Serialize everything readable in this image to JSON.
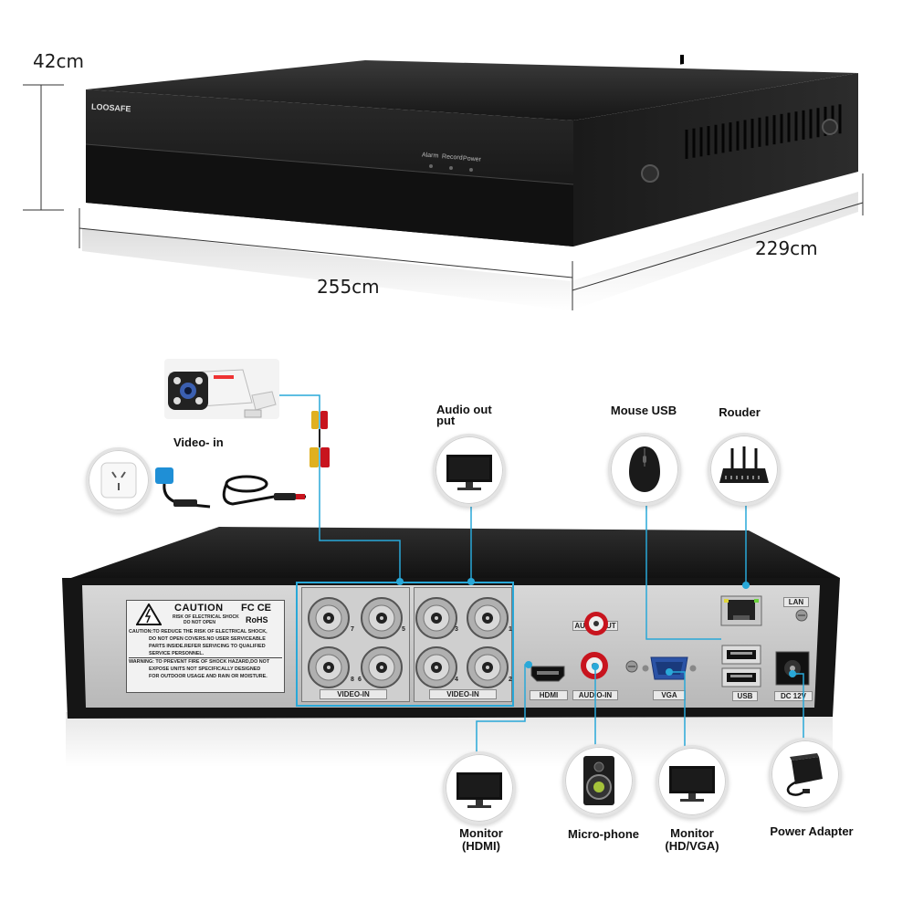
{
  "dimensions": {
    "height": "42cm",
    "width": "255cm",
    "depth": "229cm"
  },
  "dvr_front": {
    "brand": "LOOSAFE",
    "leds": [
      "Alarm",
      "Record",
      "Power"
    ]
  },
  "caution_plate": {
    "title": "CAUTION",
    "subtitle1": "RISK OF ELECTRICAL SHOCK",
    "subtitle2": "DO NOT OPEN",
    "marks": "FC CE",
    "rohs": "RoHS",
    "lines": [
      "CAUTION:TO REDUCE THE RISK OF ELECTRICAL SHOCK,",
      "DO NOT OPEN COVERS.NO USER SERVICEABLE",
      "PARTS INSIDE.REFER SERVICING TO QUALIFIED",
      "SERVICE PERSONNEL.",
      "WARNING: TO PREVENT FIRE OF SHOCK HAZARD,DO NOT",
      "EXPOSE UNITS NOT SPECIFICALLY DESIGNED",
      "FOR OUTDOOR USAGE AND RAIN OR MOISTURE."
    ]
  },
  "ports": {
    "video_in_left": "VIDEO-IN",
    "video_in_right": "VIDEO-IN",
    "bnc_numbers_left": [
      "7",
      "5",
      "8",
      "6"
    ],
    "bnc_numbers_right": [
      "3",
      "1",
      "4",
      "2"
    ],
    "audio_out": "AUDIO-OUT",
    "audio_in": "AUDIO-IN",
    "hdmi": "HDMI",
    "vga": "VGA",
    "usb": "USB",
    "lan": "LAN",
    "dc": "DC 12V"
  },
  "labels": {
    "video_in": "Video- in",
    "audio_out_line1": "Audio out",
    "audio_out_line2": "put",
    "mouse_usb": "Mouse USB",
    "router": "Rouder",
    "monitor_hdmi_line1": "Monitor",
    "monitor_hdmi_line2": "(HDMI)",
    "microphone": "Micro-phone",
    "monitor_vga_line1": "Monitor",
    "monitor_vga_line2": "(HD/VGA)",
    "power_adapter": "Power Adapter"
  },
  "colors": {
    "connector_line": "#29a8d8",
    "dvr_body": "#1c1c1c",
    "panel": "#c9c9c9"
  }
}
